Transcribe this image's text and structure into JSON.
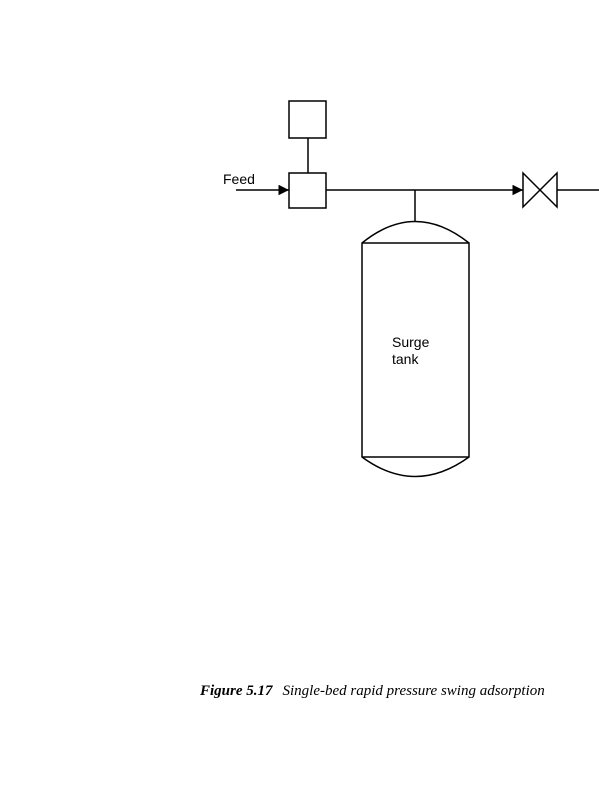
{
  "diagram": {
    "labels": {
      "feed": "Feed",
      "tank_line1": "Surge",
      "tank_line2": "tank"
    }
  },
  "caption": {
    "figure_number": "Figure 5.17",
    "text": "Single-bed rapid pressure swing adsorption"
  }
}
